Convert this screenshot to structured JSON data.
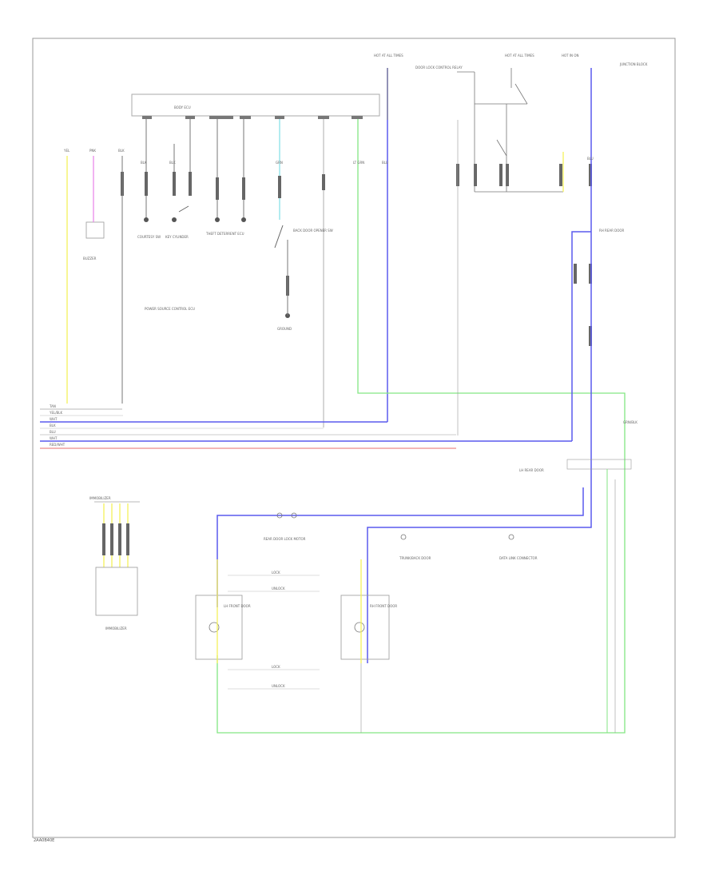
{
  "page_id": "2AA0B40E",
  "colors": {
    "yellow_wire": "#f5f05a",
    "pink_wire": "#e98ae9",
    "cyan_wire": "#7fe0e6",
    "blue_wire": "#5a5aee",
    "green_wire": "#83e683",
    "red_wire": "#ee8a8a",
    "black_wire": "#777777",
    "frame": "#999999"
  },
  "labels": {
    "bcm": "BODY ECU",
    "hot_at_all_times_1": "HOT AT ALL TIMES",
    "hot_at_all_times_2": "HOT AT ALL TIMES",
    "hot_in_on_start": "HOT IN ON",
    "power_source": "POWER SOURCE CONTROL ECU",
    "backdoor_opener": "BACK DOOR OPENER SW",
    "courtesy_sw": "COURTESY SW",
    "door_lock": "DOOR LOCK CONTROL RELAY",
    "theft_deterrent": "THEFT DETERRENT ECU",
    "lh_front": "LH FRONT DOOR",
    "rh_front": "RH FRONT DOOR",
    "junction_block": "JUNCTION BLOCK",
    "ground": "GROUND",
    "buzzer": "BUZZER",
    "data_link": "DATA LINK CONNECTOR",
    "immobilizer": "IMMOBILIZER",
    "key_cyl": "KEY CYLINDER",
    "rh_rear": "RH REAR DOOR",
    "lh_rear": "LH REAR DOOR",
    "rear_door_motor": "REAR DOOR LOCK MOTOR",
    "trunk": "TRUNK/BACK DOOR"
  },
  "bus_labels": [
    "TAN",
    "YEL/BLK",
    "WHT",
    "BLK",
    "BLU",
    "WHT",
    "RED/WHT"
  ],
  "wire_labels": {
    "w1": "YEL",
    "w2": "PNK",
    "w3": "BLK",
    "w4": "BLK",
    "w5": "BLK",
    "w6": "GRN",
    "w7": "BLU",
    "w8": "LT GRN",
    "w9": "BLU",
    "w10": "GRN/BLK"
  },
  "bottom_labels": {
    "lock": "LOCK",
    "unlock": "UNLOCK",
    "lock2": "LOCK",
    "unlock2": "UNLOCK"
  }
}
